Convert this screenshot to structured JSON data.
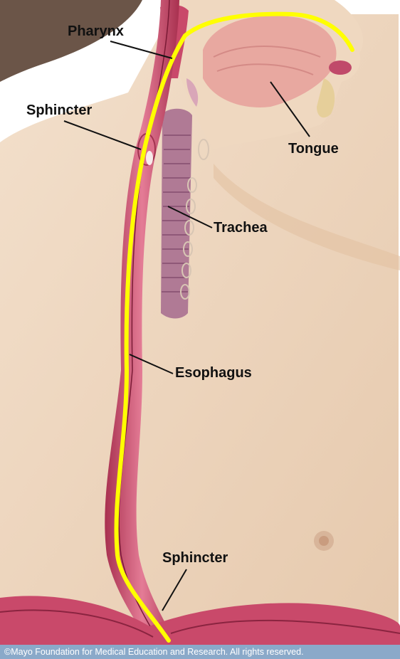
{
  "labels": {
    "pharynx": "Pharynx",
    "sphincter_upper": "Sphincter",
    "tongue": "Tongue",
    "trachea": "Trachea",
    "esophagus": "Esophagus",
    "sphincter_lower": "Sphincter"
  },
  "copyright": "©Mayo Foundation for Medical Education and Research.  All rights reserved.",
  "colors": {
    "skin": "#ead2b8",
    "esophagus": "#c9496a",
    "esophagus_lumen": "#e98aa0",
    "trachea": "#b07a95",
    "tongue": "#e8a8a0",
    "swallow_path": "#ffff00",
    "hair": "#6b5548",
    "footer": "#8aa9c9"
  }
}
